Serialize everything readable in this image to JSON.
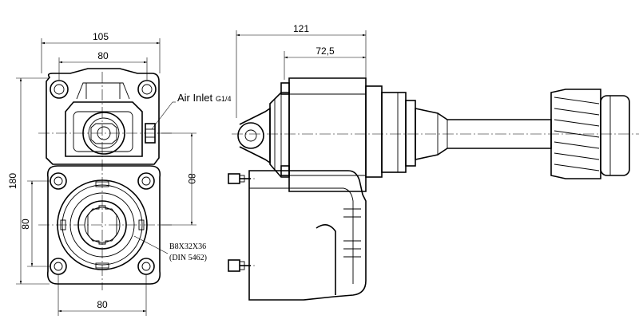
{
  "dimensions": {
    "top_overall_width": "105",
    "top_inner_width": "80",
    "left_height": "180",
    "right_height": "80",
    "lower_left_height": "80",
    "bottom_width": "80",
    "side_length": "121",
    "side_inner_length": "72,5"
  },
  "labels": {
    "air_inlet": "Air Inlet",
    "air_inlet_size": "G1/4",
    "spline_spec": "B8X32X36",
    "spline_standard": "(DIN 5462)"
  }
}
